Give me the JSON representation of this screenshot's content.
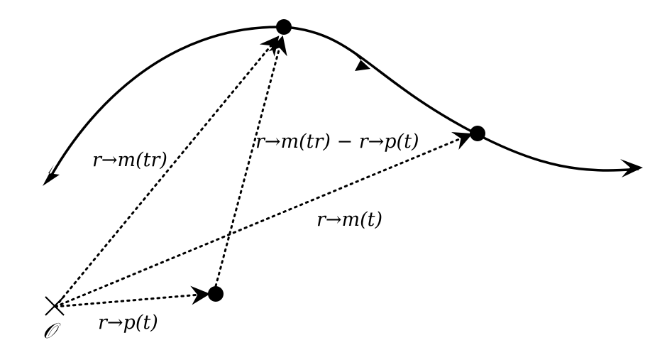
{
  "diagram": {
    "labels": {
      "rm_tr": "r→m(tr)",
      "rm_tr_minus_rp_t": "r→m(tr) − r→p(t)",
      "rm_t": "r→m(t)",
      "rp_t": "r→p(t)",
      "origin": "𝒪"
    },
    "colors": {
      "stroke": "#000000",
      "background": "#ffffff"
    }
  }
}
